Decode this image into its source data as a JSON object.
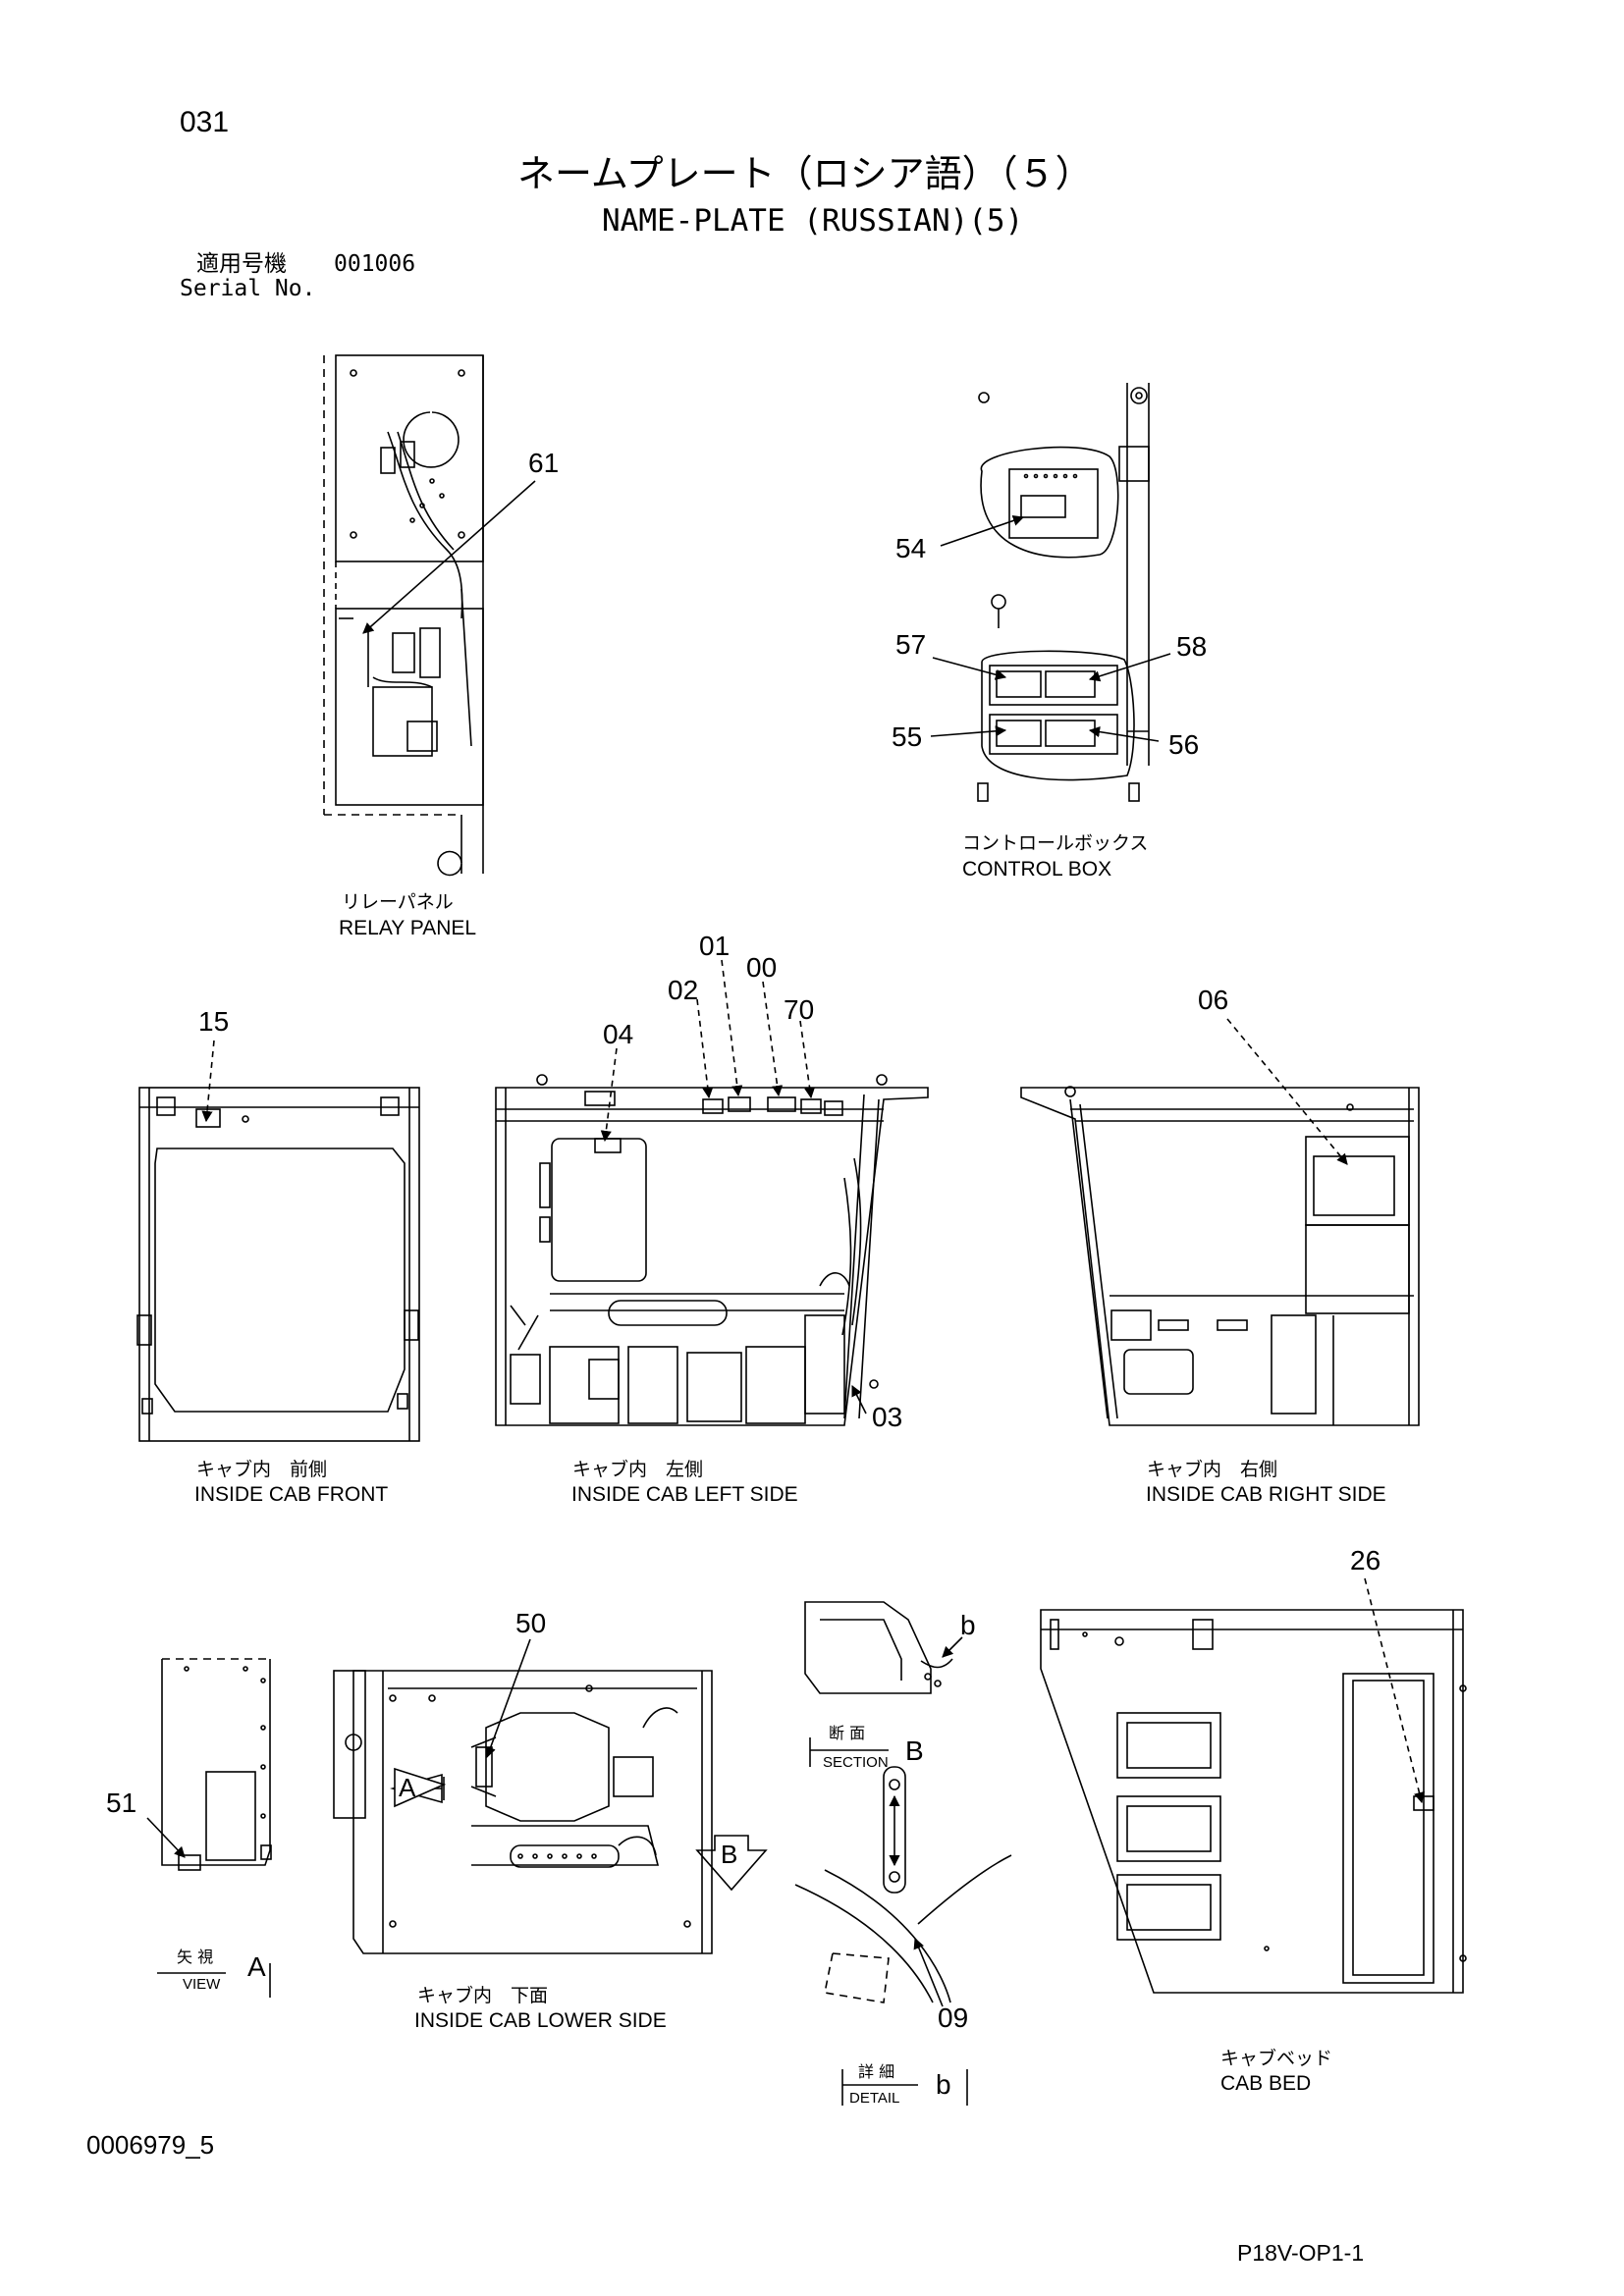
{
  "page": {
    "page_no": "031",
    "title_jp": "ネームプレート（ロシア語）（５）",
    "title_en": "NAME-PLATE (RUSSIAN)(5)",
    "serial_label_jp": "適用号機",
    "serial_value": "001006",
    "serial_label_en": "Serial No.",
    "doc_code": "0006979_5",
    "sheet_code": "P18V-OP1-1"
  },
  "captions": {
    "relay_panel_jp": "リレーパネル",
    "relay_panel_en": "RELAY PANEL",
    "control_box_jp": "コントロールボックス",
    "control_box_en": "CONTROL BOX",
    "cab_front_jp": "キャブ内　前側",
    "cab_front_en": "INSIDE CAB FRONT",
    "cab_left_jp": "キャブ内　左側",
    "cab_left_en": "INSIDE CAB LEFT SIDE",
    "cab_right_jp": "キャブ内　右側",
    "cab_right_en": "INSIDE CAB RIGHT SIDE",
    "cab_lower_jp": "キャブ内　下面",
    "cab_lower_en": "INSIDE CAB LOWER SIDE",
    "cab_bed_jp": "キャブベッド",
    "cab_bed_en": "CAB BED",
    "view_jp": "矢 視",
    "view_en": "VIEW",
    "view_letter": "A",
    "section_jp": "断 面",
    "section_en": "SECTION",
    "section_letter": "B",
    "detail_jp": "詳 細",
    "detail_en": "DETAIL",
    "detail_letter": "b"
  },
  "callouts": {
    "c61": "61",
    "c54": "54",
    "c57": "57",
    "c58": "58",
    "c55": "55",
    "c56": "56",
    "c15": "15",
    "c04": "04",
    "c02": "02",
    "c01": "01",
    "c00": "00",
    "c70": "70",
    "c06": "06",
    "c03": "03",
    "c26": "26",
    "c50": "50",
    "c51": "51",
    "c09": "09",
    "b_detail": "b",
    "arrow_a": "A",
    "arrow_b": "B"
  }
}
